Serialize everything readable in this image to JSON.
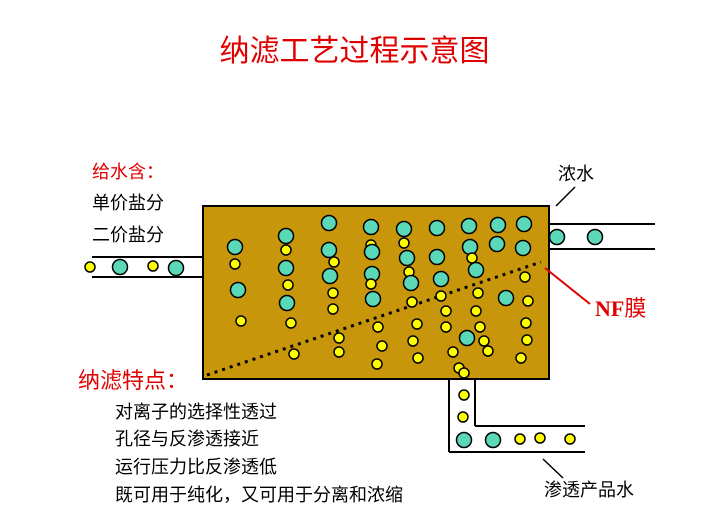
{
  "title": "纳滤工艺过程示意图",
  "feed": {
    "heading": "给水含：",
    "items": [
      "单价盐分",
      "二价盐分"
    ]
  },
  "concentrate_label": "浓水",
  "membrane_label": {
    "bold": "NF",
    "rest": "膜"
  },
  "features": {
    "heading": "纳滤特点：",
    "items": [
      "对离子的选择性透过",
      "孔径与反渗透接近",
      "运行压力比反渗透低",
      "既可用于纯化，又可用于分离和浓缩"
    ]
  },
  "permeate_label": "渗透产品水",
  "colors": {
    "title": "#e00000",
    "vessel_fill": "#c8960b",
    "divalent_ion": "#5ad8b8",
    "monovalent_ion": "#ffff00",
    "membrane_line": "#000000"
  },
  "legend_icons": [
    "divalent-ion-circle",
    "monovalent-ion-circle"
  ]
}
